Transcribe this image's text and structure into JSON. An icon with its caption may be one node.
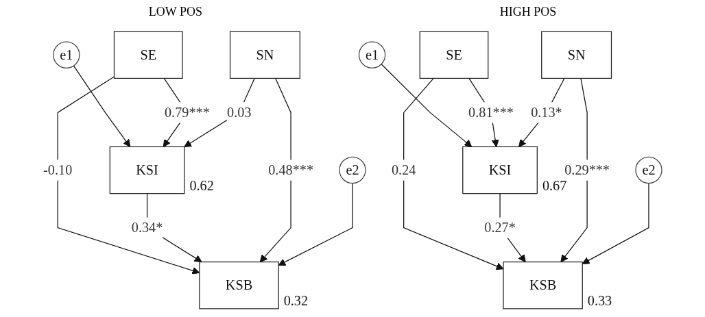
{
  "diagram": {
    "nodes": [
      {
        "text": [
          "e1"
        ]
      },
      {
        "text": [
          "SE"
        ]
      },
      {
        "text": [
          "KSI"
        ],
        "beside": [
          "0.62"
        ]
      },
      {
        "text": [
          "SN"
        ]
      },
      {
        "text": [
          "KSB"
        ],
        "beside": [
          "0.32"
        ]
      },
      {
        "text": [
          "e2"
        ]
      },
      {
        "text": [
          "e1"
        ]
      },
      {
        "text": [
          "SE"
        ]
      },
      {
        "text": [
          "KSI"
        ],
        "beside": [
          "0.67"
        ]
      },
      {
        "text": [
          "SN"
        ]
      },
      {
        "text": [
          "KSB"
        ],
        "beside": [
          "0.33"
        ]
      },
      {
        "text": [
          "e2"
        ]
      }
    ],
    "edges": [
      {
        "from": 0,
        "to": 2,
        "arrow": "to"
      },
      {
        "from": 1,
        "to": 2,
        "label": "0.79***",
        "arrow": "to"
      },
      {
        "from": 1,
        "to": 4,
        "label": "-0.10",
        "arrow": "to"
      },
      {
        "from": 3,
        "to": 2,
        "label": "0.03",
        "arrow": "to"
      },
      {
        "from": 2,
        "to": 4,
        "label": "0.34*",
        "arrow": "to"
      },
      {
        "from": 3,
        "to": 4,
        "label": "0.48***",
        "arrow": "to"
      },
      {
        "from": 5,
        "to": 4,
        "arrow": "to"
      },
      {
        "from": 6,
        "to": 8,
        "arrow": "to"
      },
      {
        "from": 7,
        "to": 8,
        "label": "0.81***",
        "arrow": "to"
      },
      {
        "from": 7,
        "to": 10,
        "label": "0.24",
        "arrow": "to"
      },
      {
        "from": 9,
        "to": 8,
        "label": "0.13*",
        "arrow": "to"
      },
      {
        "from": 8,
        "to": 10,
        "label": "0.27*",
        "arrow": "to"
      },
      {
        "from": 9,
        "to": 10,
        "label": "0.29***",
        "arrow": "to"
      },
      {
        "from": 11,
        "to": 10,
        "arrow": "to"
      }
    ],
    "labels": [
      "LOW POS",
      "HIGH POS"
    ]
  }
}
